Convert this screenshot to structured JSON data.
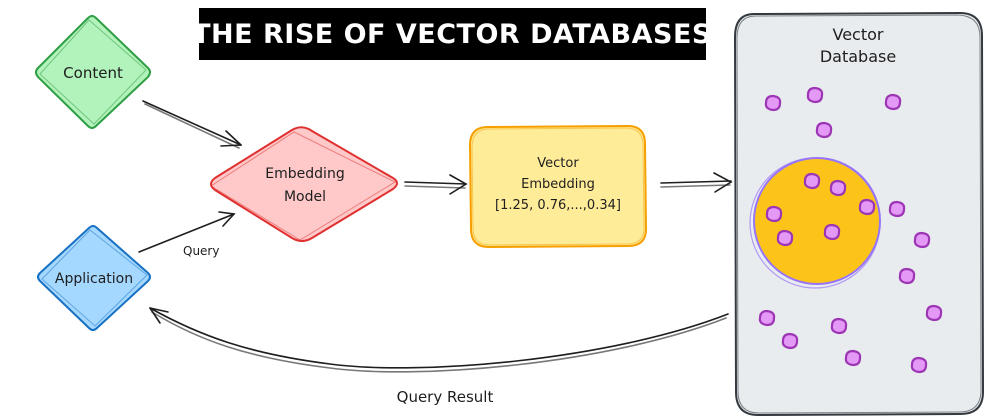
{
  "title": "THE RISE OF VECTOR DATABASES",
  "nodes": {
    "content": "Content",
    "application": "Application",
    "embedding_model_line1": "Embedding",
    "embedding_model_line2": "Model",
    "vector_embedding_line1": "Vector",
    "vector_embedding_line2": "Embedding",
    "vector_embedding_values": "[1.25, 0.76,...,0.34]",
    "vector_database_line1": "Vector",
    "vector_database_line2": "Database"
  },
  "edges": {
    "query": "Query",
    "query_result": "Query Result"
  },
  "colors": {
    "content_fill": "#b2f2bb",
    "content_stroke": "#2f9e44",
    "application_fill": "#a5d8ff",
    "application_stroke": "#1971c2",
    "embedding_fill": "#ffc9c9",
    "embedding_stroke": "#e03131",
    "vector_fill": "#ffec99",
    "vector_stroke": "#f59f00",
    "db_fill": "#e9ecef",
    "db_stroke": "#343a40",
    "cluster_fill": "#fcc419",
    "cluster_stroke": "#9775fa",
    "point_fill": "#e599f7",
    "point_stroke": "#9c36b5"
  }
}
